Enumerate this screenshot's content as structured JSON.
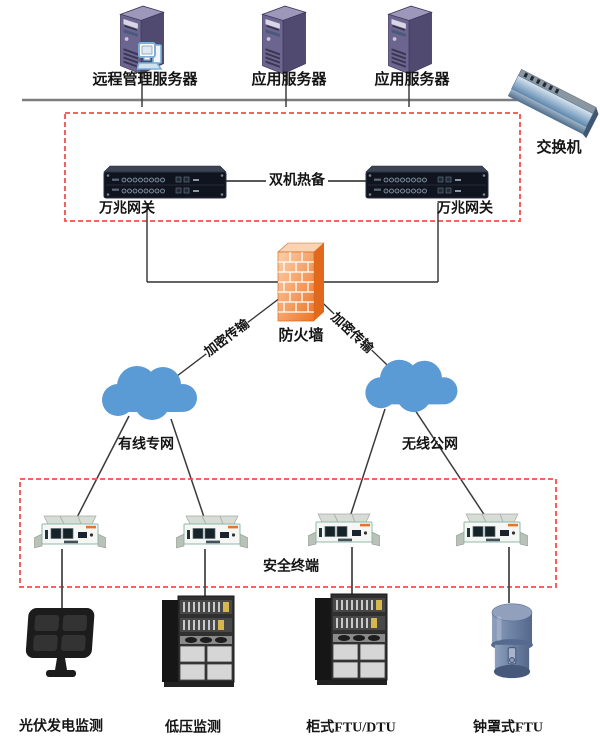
{
  "labels": {
    "remote_server": "远程管理服务器",
    "app_server_1": "应用服务器",
    "app_server_2": "应用服务器",
    "switch": "交换机",
    "gateway_left": "万兆网关",
    "gateway_right": "万兆网关",
    "hot_standby": "双机热备",
    "firewall": "防火墙",
    "encrypted_link_left": "加密传输",
    "encrypted_link_right": "加密传输",
    "wired_network": "有线专网",
    "wireless_network": "无线公网",
    "secure_terminal_zone": "安全终端",
    "pv_monitoring": "光伏发电监测",
    "low_voltage_monitoring": "低压监测",
    "cabinet_ftu_dtu": "柜式FTU/DTU",
    "bell_ftu": "钟罩式FTU"
  },
  "colors": {
    "zone_border": "#fb4b4b",
    "cloud_fill": "#5b9bd5",
    "firewall_orange": "#ed7d31",
    "server_purple": "#6b6590",
    "connector_line": "#3f3f3f",
    "bus_line": "#7d7d7d"
  }
}
